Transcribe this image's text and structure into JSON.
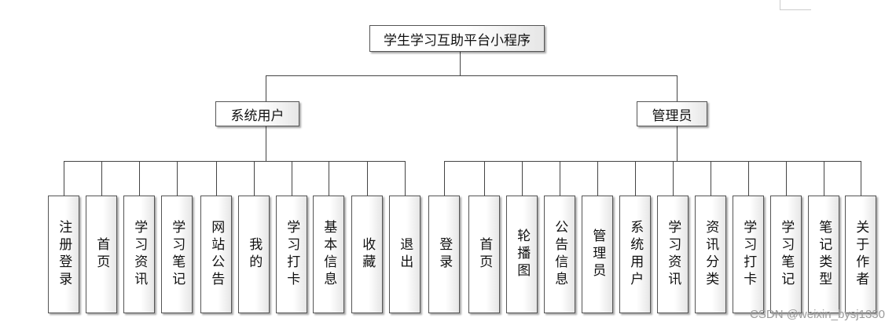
{
  "root": {
    "label": "学生学习互助平台小程序"
  },
  "branches": [
    {
      "label": "系统用户",
      "children": [
        "注册登录",
        "首页",
        "学习资讯",
        "学习笔记",
        "网站公告",
        "我的",
        "学习打卡",
        "基本信息",
        "收藏",
        "退出"
      ]
    },
    {
      "label": "管理员",
      "children": [
        "登录",
        "首页",
        "轮播图",
        "公告信息",
        "管理员",
        "系统用户",
        "学习资讯",
        "资讯分类",
        "学习打卡",
        "学习笔记",
        "笔记类型",
        "关于作者"
      ]
    }
  ],
  "watermark": "CSDN @weixin_bysj1330"
}
